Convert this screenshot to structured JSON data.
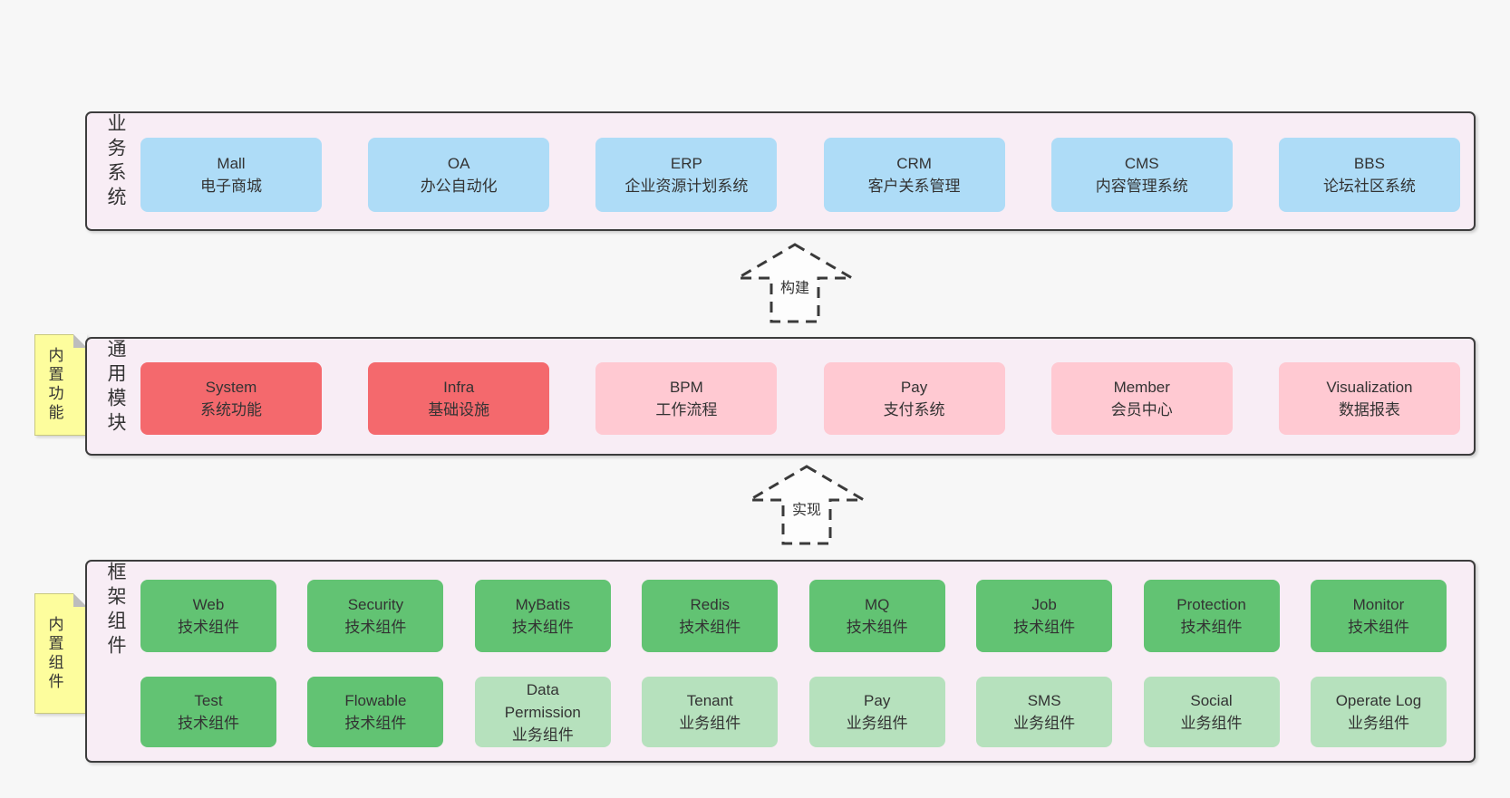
{
  "diagram": {
    "bands": [
      {
        "id": "business-systems",
        "label": "业务系统",
        "note": null,
        "rows": [
          [
            {
              "title": "Mall",
              "subtitle": "电子商城",
              "variant": "blue"
            },
            {
              "title": "OA",
              "subtitle": "办公自动化",
              "variant": "blue"
            },
            {
              "title": "ERP",
              "subtitle": "企业资源计划系统",
              "variant": "blue"
            },
            {
              "title": "CRM",
              "subtitle": "客户关系管理",
              "variant": "blue"
            },
            {
              "title": "CMS",
              "subtitle": "内容管理系统",
              "variant": "blue"
            },
            {
              "title": "BBS",
              "subtitle": "论坛社区系统",
              "variant": "blue"
            }
          ]
        ]
      },
      {
        "id": "common-modules",
        "label": "通用模块",
        "note": "内置功能",
        "rows": [
          [
            {
              "title": "System",
              "subtitle": "系统功能",
              "variant": "red"
            },
            {
              "title": "Infra",
              "subtitle": "基础设施",
              "variant": "red"
            },
            {
              "title": "BPM",
              "subtitle": "工作流程",
              "variant": "pink"
            },
            {
              "title": "Pay",
              "subtitle": "支付系统",
              "variant": "pink"
            },
            {
              "title": "Member",
              "subtitle": "会员中心",
              "variant": "pink"
            },
            {
              "title": "Visualization",
              "subtitle": "数据报表",
              "variant": "pink"
            }
          ]
        ]
      },
      {
        "id": "framework-components",
        "label": "框架组件",
        "note": "内置组件",
        "rows": [
          [
            {
              "title": "Web",
              "subtitle": "技术组件",
              "variant": "green"
            },
            {
              "title": "Security",
              "subtitle": "技术组件",
              "variant": "green"
            },
            {
              "title": "MyBatis",
              "subtitle": "技术组件",
              "variant": "green"
            },
            {
              "title": "Redis",
              "subtitle": "技术组件",
              "variant": "green"
            },
            {
              "title": "MQ",
              "subtitle": "技术组件",
              "variant": "green"
            },
            {
              "title": "Job",
              "subtitle": "技术组件",
              "variant": "green"
            },
            {
              "title": "Protection",
              "subtitle": "技术组件",
              "variant": "green"
            },
            {
              "title": "Monitor",
              "subtitle": "技术组件",
              "variant": "green"
            }
          ],
          [
            {
              "title": "Test",
              "subtitle": "技术组件",
              "variant": "green"
            },
            {
              "title": "Flowable",
              "subtitle": "技术组件",
              "variant": "green"
            },
            {
              "title": "Data Permission",
              "subtitle": "业务组件",
              "variant": "green-light"
            },
            {
              "title": "Tenant",
              "subtitle": "业务组件",
              "variant": "green-light"
            },
            {
              "title": "Pay",
              "subtitle": "业务组件",
              "variant": "green-light"
            },
            {
              "title": "SMS",
              "subtitle": "业务组件",
              "variant": "green-light"
            },
            {
              "title": "Social",
              "subtitle": "业务组件",
              "variant": "green-light"
            },
            {
              "title": "Operate Log",
              "subtitle": "业务组件",
              "variant": "green-light"
            }
          ]
        ]
      }
    ],
    "arrows": [
      {
        "label": "构建"
      },
      {
        "label": "实现"
      }
    ],
    "colors": {
      "page_background": "#f7f7f7",
      "band_fill": "#f8edf5",
      "band_border": "#3d3d3d",
      "box_blue": "#aedcf7",
      "box_red": "#f4696d",
      "box_pink": "#ffc9d2",
      "box_green": "#62c373",
      "box_green_light": "#b6e1bd",
      "note_yellow": "#fdfd9d",
      "text": "#333333",
      "arrow_stroke": "#3a3a3a"
    }
  }
}
